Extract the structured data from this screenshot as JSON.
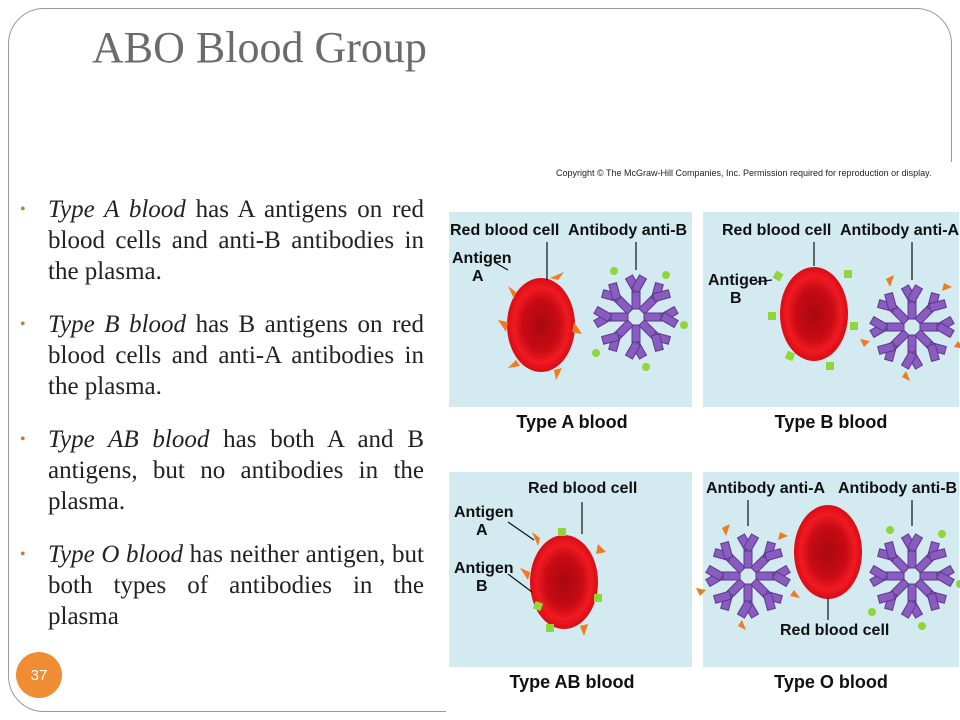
{
  "slide": {
    "title": "ABO Blood Group",
    "page_number": "37"
  },
  "bullets": [
    {
      "italic": "Type A blood",
      "rest": " has A antigens on red blood cells and anti-B antibodies in the plasma."
    },
    {
      "italic": "Type B blood",
      "rest": " has B antigens on red blood cells and anti-A antibodies in the plasma."
    },
    {
      "italic": "Type AB blood",
      "rest": " has both A and B antigens, but no antibodies in the plasma."
    },
    {
      "italic": "Type O blood",
      "rest": " has neither antigen, but both types of antibodies in the plasma"
    }
  ],
  "figure": {
    "copyright": "Copyright © The McGraw-Hill Companies, Inc. Permission required for reproduction or display.",
    "panels": {
      "a": {
        "caption": "Type A blood",
        "rbc": "Red blood cell",
        "antibody": "Antibody anti-B",
        "antigen_line1": "Antigen",
        "antigen_line2": "A"
      },
      "b": {
        "caption": "Type B blood",
        "rbc": "Red blood cell",
        "antibody": "Antibody anti-A",
        "antigen_line1": "Antigen",
        "antigen_line2": "B"
      },
      "ab": {
        "caption": "Type AB blood",
        "rbc": "Red blood cell",
        "antigen_a_line1": "Antigen",
        "antigen_a_line2": "A",
        "antigen_b_line1": "Antigen",
        "antigen_b_line2": "B"
      },
      "o": {
        "caption": "Type O blood",
        "rbc": "Red blood cell",
        "antibody_a": "Antibody anti-A",
        "antibody_b": "Antibody anti-B"
      }
    },
    "colors": {
      "rbc": "#e8101a",
      "rbc_center": "#b80810",
      "antigen_a": "#f07a1e",
      "antigen_b": "#8ed63a",
      "antibody": "#8a5cc2",
      "panel_bg": "#d3eaf0"
    }
  }
}
